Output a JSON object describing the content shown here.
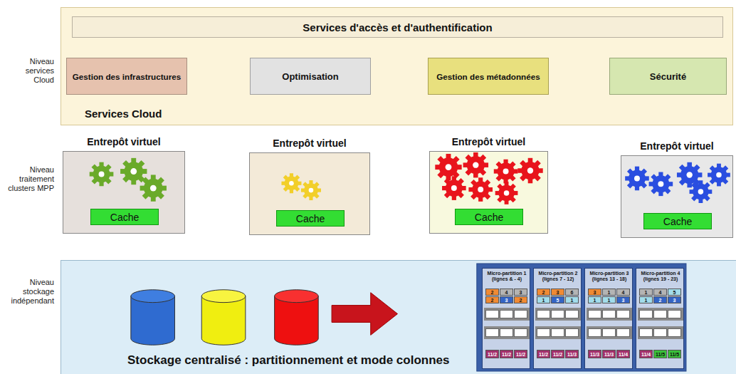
{
  "diagram": {
    "nodes": [
      {
        "text": [
          "Services Cloud"
        ]
      },
      {
        "text": [
          "Services d'accès et d'authentification"
        ],
        "in": 0
      },
      {
        "text": [
          "Gestion des infrastructures"
        ],
        "in": 0
      },
      {
        "text": [
          "Optimisation"
        ],
        "in": 0
      },
      {
        "text": [
          "Gestion des métadonnées"
        ],
        "in": 0
      },
      {
        "text": [
          "Sécurité"
        ],
        "in": 0
      },
      {
        "text": [
          "Entrepôt virtuel"
        ]
      },
      {
        "text": [
          "Cache"
        ],
        "in": 6
      },
      {
        "text": [
          "Entrepôt virtuel"
        ]
      },
      {
        "text": [
          "Cache"
        ],
        "in": 8
      },
      {
        "text": [
          "Entrepôt virtuel"
        ]
      },
      {
        "text": [
          "Cache"
        ],
        "in": 10
      },
      {
        "text": [
          "Entrepôt virtuel"
        ]
      },
      {
        "text": [
          "Cache"
        ],
        "in": 12
      },
      {
        "text": [
          "Stockage centralisé : partitionnement et mode colonnes"
        ]
      },
      {
        "text": [
          "Micro-partition 1 (lignes & - 4)"
        ],
        "in": 14
      },
      {
        "text": [
          "Micro-partition 2 (lignes 7 - 12)"
        ],
        "in": 14
      },
      {
        "text": [
          "Micro-partition 3 (lignes 13 - 18)"
        ],
        "in": 14
      },
      {
        "text": [
          "Micro-partition 4 (lignes 19 - 23)"
        ],
        "in": 14
      }
    ],
    "labels": [
      "Niveau services Cloud",
      "Niveau traitement clusters MPP",
      "Niveau stockage indépendant",
      "2",
      "4",
      "3",
      "2",
      "3",
      "2",
      "11/2",
      "11/2",
      "11/2",
      "2",
      "3",
      "6",
      "1",
      "5",
      "1",
      "11/2",
      "11/2",
      "11/3",
      "3",
      "1",
      "4",
      "1",
      "1",
      "3",
      "11/3",
      "11/3",
      "11/4",
      "1",
      "4",
      "5",
      "1",
      "2",
      "3",
      "11/4",
      "11/5",
      "11/5"
    ]
  }
}
